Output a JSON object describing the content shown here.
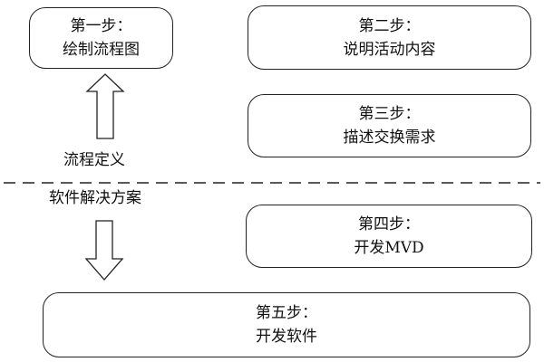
{
  "steps": [
    {
      "title": "第一步：",
      "desc": "绘制流程图"
    },
    {
      "title": "第二步：",
      "desc": "说明活动内容"
    },
    {
      "title": "第三步：",
      "desc": "描述交换需求"
    },
    {
      "title": "第四步：",
      "desc": "开发MVD"
    },
    {
      "title": "第五步：",
      "desc": "开发软件"
    }
  ],
  "labels": {
    "process_definition": "流程定义",
    "software_solution": "软件解决方案"
  },
  "colors": {
    "stroke": "#222222",
    "background": "#ffffff",
    "text": "#111111"
  }
}
